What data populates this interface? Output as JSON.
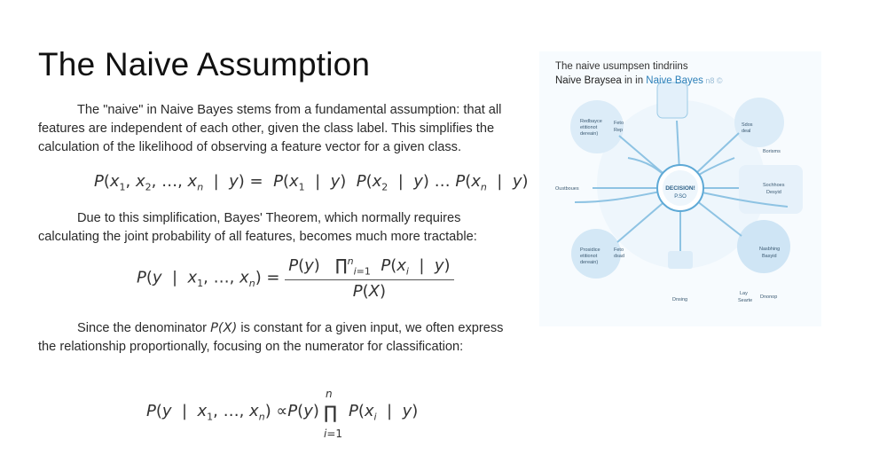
{
  "title": "The Naive Assumption",
  "paragraphs": {
    "p1": "The \"naive\" in Naive Bayes stems from a fundamental assumption: that all features are independent of each other, given the class label. This simplifies the calculation of the likelihood of observing a feature vector for a given class.",
    "p2": "Due to this simplification, Bayes' Theorem, which normally requires calculating the joint probability of all features, becomes much more tractable:",
    "p3_before": "Since the denominator ",
    "p3_math": "P(X)",
    "p3_after": " is constant for a given input, we often express the relationship proportionally, focusing on the numerator for classification:"
  },
  "equations": {
    "eq1": "P(x1, x2, ..., xn | y) = P(x1 | y) P(x2 | y) ... P(xn | y)",
    "eq2": "P(y | x1, ..., xn) = P(y) ∏ P(xi | y) / P(X)",
    "eq3": "P(y | x1, ..., xn) ∝ P(y) ∏ P(xi | y)"
  },
  "figure": {
    "title_line1": "The naive usumpsen tindriins",
    "title_line2a": "Naive Braysea",
    "title_line2b": " in in ",
    "title_line2c": "Naive Bayes",
    "title_line2d": " n8 ©",
    "center_line1": "DECISION!",
    "center_line2": "P.SO",
    "labels": {
      "tl1": "Redbayce",
      "tl2": "etitionot",
      "tl3": "dereain)",
      "tl4": "Feto",
      "tl5": "Rep",
      "tr1": "Sdos",
      "tr2": "deal",
      "tr3": "Borisms",
      "left": "Oustboues",
      "right1": "Sochhoes",
      "right2": "Desyid",
      "bl1": "Prosidice",
      "bl2": "etitionot",
      "bl3": "dereain)",
      "bl4": "Feto",
      "bl5": "dsad",
      "br1": "Nasbhing",
      "br2": "Basyid",
      "b1": "Dnsing",
      "b2": "Lay",
      "b3": "Searte",
      "b4": "Dnonop"
    }
  },
  "colors": {
    "accent": "#2b7fb8",
    "figure_light": "#dcedf8",
    "figure_line": "#8ec3e3"
  }
}
